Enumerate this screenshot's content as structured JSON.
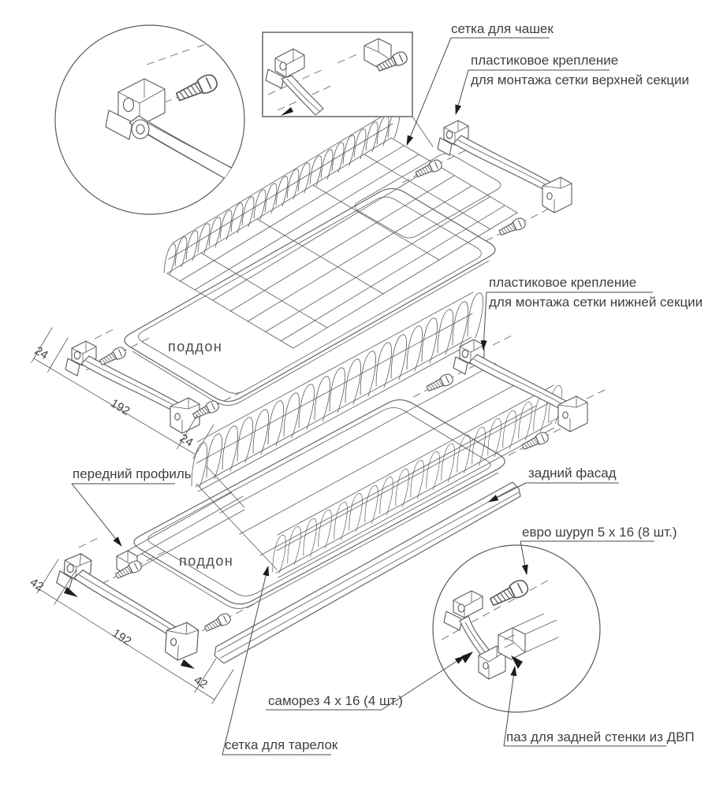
{
  "figure": {
    "type": "exploded-assembly-diagram",
    "background": "#ffffff",
    "line_color": "#595a5c",
    "text_color": "#3f4042",
    "labels": {
      "cup_rack": "сетка для чашек",
      "upper_mount_l1": "пластиковое крепление",
      "upper_mount_l2": "для монтажа сетки верхней секции",
      "lower_mount_l1": "пластиковое крепление",
      "lower_mount_l2": "для монтажа сетки нижней секции",
      "tray_upper": "поддон",
      "tray_lower": "поддон",
      "front_profile": "передний профиль",
      "rear_facade": "задний фасад",
      "euro_screw": "евро шуруп 5 x 16 (8 шт.)",
      "self_tapping_screw": "саморез 4 x 16 (4 шт.)",
      "plate_rack": "сетка для тарелок",
      "hdf_groove": "паз для задней стенки из ДВП"
    },
    "dimensions": {
      "upper_bracket": {
        "side_a": "24",
        "span": "192",
        "side_b": "24"
      },
      "lower_bracket": {
        "side_a": "42",
        "span": "192",
        "side_b": "42"
      }
    }
  }
}
